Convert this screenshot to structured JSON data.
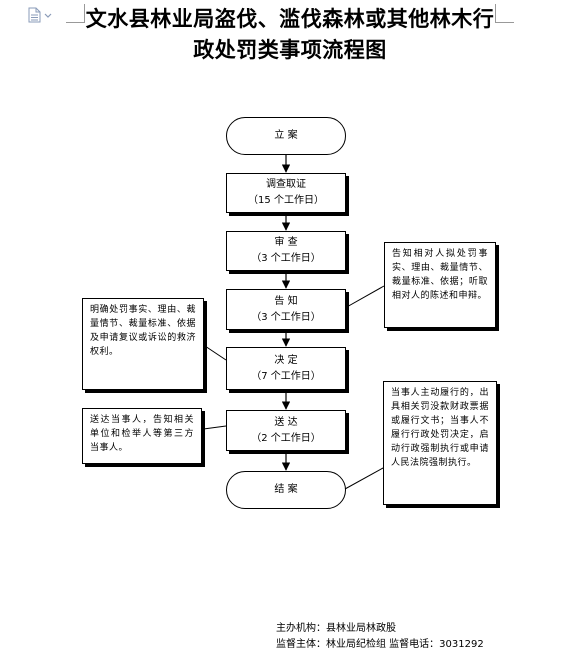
{
  "title": "文水县林业局盗伐、滥伐森林或其他林木行政处罚类事项流程图",
  "title_lines": [
    "文水县林业局盗伐、滥伐森林或其他林木行",
    "政处罚类事项流程图"
  ],
  "icons": {
    "document": "document-icon"
  },
  "flow": {
    "start": {
      "label": "立 案"
    },
    "investigate": {
      "label": "调查取证",
      "duration": "（15 个工作日）"
    },
    "review": {
      "label": "审 查",
      "duration": "（3 个工作日）"
    },
    "notify": {
      "label": "告 知",
      "duration": "（3 个工作日）"
    },
    "decide": {
      "label": "决 定",
      "duration": "（7 个工作日）"
    },
    "deliver": {
      "label": "送 达",
      "duration": "（2 个工作日）"
    },
    "end": {
      "label": "结 案"
    }
  },
  "notes": {
    "notify_note": "告知相对人拟处罚事实、理由、裁量情节、裁量标准、依据；听取相对人的陈述和申辩。",
    "decide_note": "明确处罚事实、理由、裁量情节、裁量标准、依据及申请复议或诉讼的救济权利。",
    "deliver_note": "送达当事人，告知相关单位和检举人等第三方当事人。",
    "end_note": "当事人主动履行的，出具相关罚没款财政票据或履行文书；当事人不履行行政处罚决定，启动行政强制执行或申请人民法院强制执行。"
  },
  "footer": {
    "organizer": "主办机构：县林业局林政股",
    "supervision": "监督主体：林业局纪检组  监督电话：3031292"
  }
}
